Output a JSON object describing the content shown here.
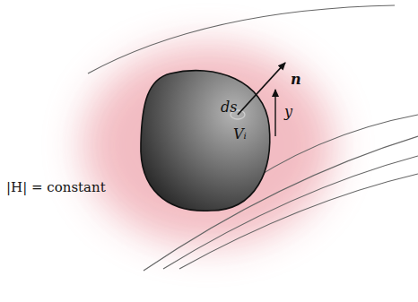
{
  "diagram": {
    "nodes": [
      {
        "text": [
          "ds",
          "Vᵢ"
        ]
      }
    ],
    "labels": [
      "n",
      "y",
      "|H| = constant"
    ]
  }
}
